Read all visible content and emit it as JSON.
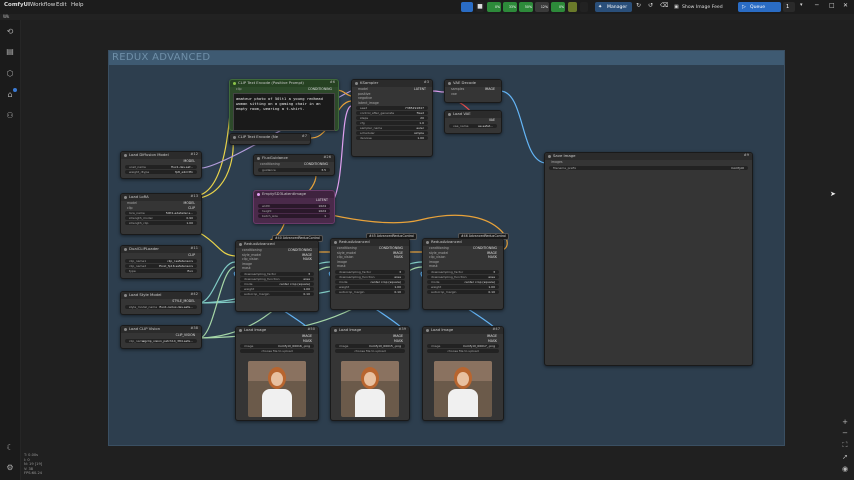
{
  "topbar": {
    "brand": "ComfyUI",
    "menu": [
      "Workflow",
      "Edit",
      "Help"
    ],
    "stats": [
      "0%",
      "33%",
      "50%",
      "12%",
      "0%"
    ],
    "manager_label": "Manager",
    "show_feed_label": "Show Image Feed",
    "queue_label": "Queue",
    "queue_count": "1"
  },
  "tab": {
    "label": "Wk"
  },
  "group": {
    "title": "REDUX ADVANCED"
  },
  "nodes": {
    "clip_pos": {
      "title": "CLIP Text Encode (Positive Prompt)",
      "id": "#6",
      "out": "CONDITIONING",
      "in": "clip",
      "text": "amateur photo of 50lt1 a young redhead woman sitting on a gaming chair in an empty room, wearing a t-shirt."
    },
    "clip_neg": {
      "title": "CLIP Text Encode (Ne",
      "id": "#7"
    },
    "ksampler": {
      "title": "KSampler",
      "id": "#3",
      "out": "LATENT",
      "inputs": [
        "model",
        "positive",
        "negative",
        "latent_image"
      ],
      "widgets": [
        [
          "seed",
          "7385291847"
        ],
        [
          "control_after_generate",
          "fixed"
        ],
        [
          "steps",
          "20"
        ],
        [
          "cfg",
          "1.0"
        ],
        [
          "sampler_name",
          "euler"
        ],
        [
          "scheduler",
          "simple"
        ],
        [
          "denoise",
          "1.00"
        ]
      ]
    },
    "vae_decode": {
      "title": "VAE Decode",
      "id": "#8",
      "out": "IMAGE",
      "inputs": [
        "samples",
        "vae"
      ]
    },
    "load_vae": {
      "title": "Load VAE",
      "id": "#10",
      "out": "VAE",
      "widget": [
        "vae_name",
        "ae.safet..."
      ]
    },
    "save_image": {
      "title": "Save Image",
      "id": "#9",
      "in": "images",
      "widget": [
        "filename_prefix",
        "ComfyUI"
      ]
    },
    "load_diffusion": {
      "title": "Load Diffusion Model",
      "id": "#12",
      "out": "MODEL",
      "widgets": [
        [
          "unet_name",
          "flux1-dev.saf..."
        ],
        [
          "weight_dtype",
          "fp8_e4m3fn"
        ]
      ]
    },
    "load_lora": {
      "title": "Load LoRA",
      "id": "#13",
      "outs": [
        "MODEL",
        "CLIP"
      ],
      "ins": [
        "model",
        "clip"
      ],
      "widgets": [
        [
          "lora_name",
          "50lt1-adetailer.s..."
        ],
        [
          "strength_model",
          "0.90"
        ],
        [
          "strength_clip",
          "1.00"
        ]
      ]
    },
    "dual_clip": {
      "title": "DualCLIPLoader",
      "id": "#11",
      "out": "CLIP",
      "widgets": [
        [
          "clip_name1",
          "clip_l.safetensors"
        ],
        [
          "clip_name2",
          "t5xxl_fp16.safetensors"
        ],
        [
          "type",
          "flux"
        ]
      ]
    },
    "style_model": {
      "title": "Load Style Model",
      "id": "#42",
      "out": "STYLE_MODEL",
      "widget": [
        "style_model_name",
        "flux1-redux-dev.safe..."
      ]
    },
    "clip_vision": {
      "title": "Load CLIP Vision",
      "id": "#38",
      "out": "CLIP_VISION",
      "widget": [
        "clip_name",
        "sigclip_vision_patch14_384.safe..."
      ]
    },
    "flux_guidance": {
      "title": "FluxGuidance",
      "id": "#26",
      "out": "CONDITIONING",
      "in": "conditioning",
      "widget": [
        "guidance",
        "3.5"
      ]
    },
    "empty_latent": {
      "title": "EmptySD3LatentImage",
      "id": "#27",
      "out": "LATENT",
      "widgets": [
        [
          "width",
          "1024"
        ],
        [
          "height",
          "1024"
        ],
        [
          "batch_size",
          "1"
        ]
      ]
    },
    "redux_badges": [
      "#40 AdvancedReduxControl",
      "#45 AdvancedReduxControl",
      "#46 AdvancedReduxControl"
    ],
    "redux": [
      {
        "title": "ReduxAdvanced",
        "outs": [
          "CONDITIONING",
          "IMAGE",
          "MASK"
        ],
        "ins": [
          "conditioning",
          "style_model",
          "clip_vision",
          "image",
          "mask"
        ],
        "widgets": [
          [
            "downsampling_factor",
            "3"
          ],
          [
            "downsampling_function",
            "area"
          ],
          [
            "mode",
            "center crop (square)"
          ],
          [
            "weight",
            "1.00"
          ],
          [
            "autocrop_margin",
            "0.10"
          ]
        ]
      },
      {
        "title": "ReduxAdvanced",
        "outs": [
          "CONDITIONING",
          "IMAGE",
          "MASK"
        ],
        "ins": [
          "conditioning",
          "style_model",
          "clip_vision",
          "image",
          "mask"
        ],
        "widgets": [
          [
            "downsampling_factor",
            "3"
          ],
          [
            "downsampling_function",
            "area"
          ],
          [
            "mode",
            "center crop (square)"
          ],
          [
            "weight",
            "1.00"
          ],
          [
            "autocrop_margin",
            "0.10"
          ]
        ]
      },
      {
        "title": "ReduxAdvanced",
        "outs": [
          "CONDITIONING",
          "IMAGE",
          "MASK"
        ],
        "ins": [
          "conditioning",
          "style_model",
          "clip_vision",
          "image",
          "mask"
        ],
        "widgets": [
          [
            "downsampling_factor",
            "3"
          ],
          [
            "downsampling_function",
            "area"
          ],
          [
            "mode",
            "center crop (square)"
          ],
          [
            "weight",
            "1.00"
          ],
          [
            "autocrop_margin",
            "0.10"
          ]
        ]
      }
    ],
    "load_image": [
      {
        "title": "Load Image",
        "id": "#50",
        "outs": [
          "IMAGE",
          "MASK"
        ],
        "widget": [
          "image",
          "ComfyUI_00016_.png"
        ],
        "upload": "choose file to upload"
      },
      {
        "title": "Load Image",
        "id": "#39",
        "outs": [
          "IMAGE",
          "MASK"
        ],
        "widget": [
          "image",
          "ComfyUI_00015_.png"
        ],
        "upload": "choose file to upload"
      },
      {
        "title": "Load Image",
        "id": "#47",
        "outs": [
          "IMAGE",
          "MASK"
        ],
        "widget": [
          "image",
          "ComfyUI_00017_.png"
        ],
        "upload": "choose file to upload"
      }
    ]
  },
  "status": [
    "T: 0.00s",
    "I: 0",
    "N: 19 [19]",
    "V: 38",
    "FPS:60.24"
  ],
  "colors": {
    "accent": "#2a6cc4",
    "group": "#2d3e4e",
    "prompt_node": "#2d4a2a",
    "latent_node": "#4a2a4a"
  }
}
